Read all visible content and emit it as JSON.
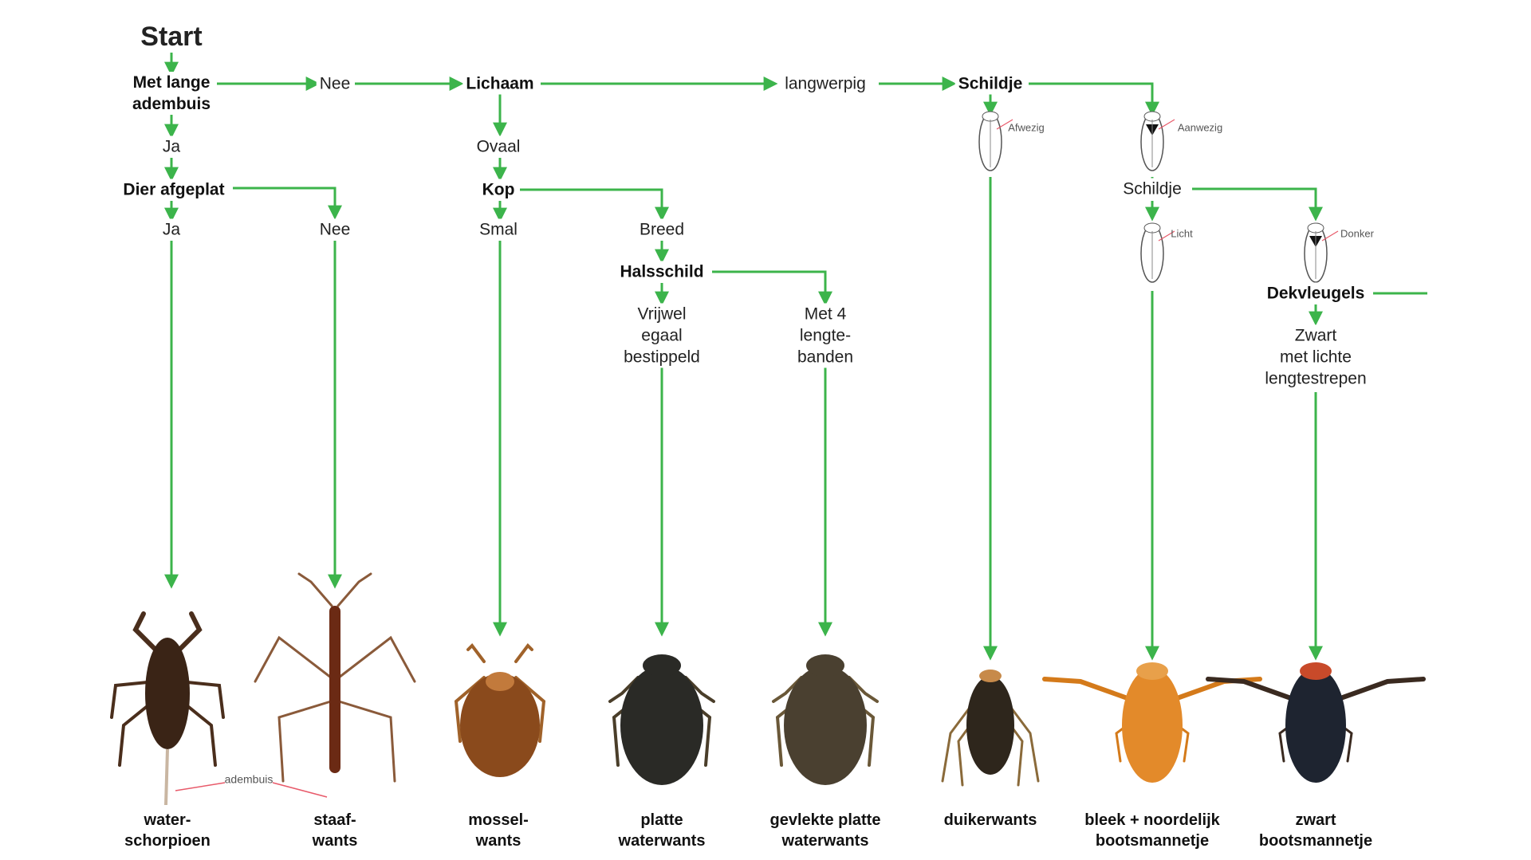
{
  "colors": {
    "arrow": "#3cb44b",
    "callout": "#e85a6a"
  },
  "nodes": {
    "start": "Start",
    "q_adembuis": "Met lange\nadembuis",
    "ans_nee_1": "Nee",
    "q_lichaam": "Lichaam",
    "ans_langwerpig": "langwerpig",
    "q_schildje_1": "Schildje",
    "ans_ja_1": "Ja",
    "q_afgeplat": "Dier afgeplat",
    "ans_ja_2": "Ja",
    "ans_nee_2": "Nee",
    "ans_ovaal": "Ovaal",
    "q_kop": "Kop",
    "ans_smal": "Smal",
    "ans_breed": "Breed",
    "q_halsschild": "Halsschild",
    "ans_egaal": "Vrijwel\negaal\nbestippeld",
    "ans_lengtebanden": "Met 4\nlengte-\nbanden",
    "ans_afwezig": "Afwezig",
    "ans_aanwezig": "Aanwezig",
    "q_schildje_2": "Schildje",
    "ans_licht": "Licht",
    "ans_donker": "Donker",
    "q_dekvleugels": "Dekvleugels",
    "ans_zwart": "Zwart\nmet lichte\nlengtestrepen",
    "callout_adembuis": "adembuis"
  },
  "species": [
    {
      "key": "waterschorpioen",
      "label": "water-\nschorpioen",
      "body_color": "#3a2416",
      "leg_color": "#4a2e1c"
    },
    {
      "key": "staafwants",
      "label": "staaf-\nwants",
      "body_color": "#6b2a14",
      "leg_color": "#8a5a3a"
    },
    {
      "key": "mosselwants",
      "label": "mossel-\nwants",
      "body_color": "#8a4a1c",
      "leg_color": "#a0622a"
    },
    {
      "key": "platte_waterwants",
      "label": "platte\nwaterwants",
      "body_color": "#2a2a26",
      "leg_color": "#4a3e2a"
    },
    {
      "key": "gevlekte_platte_waterwants",
      "label": "gevlekte platte\nwaterwants",
      "body_color": "#4a4030",
      "leg_color": "#6a5838"
    },
    {
      "key": "duikerwants",
      "label": "duikerwants",
      "body_color": "#2e261c",
      "leg_color": "#8a6a3a"
    },
    {
      "key": "bleek_noordelijk_bootsmannetje",
      "label": "bleek + noordelijk\nbootsmannetje",
      "body_color": "#e38a2a",
      "leg_color": "#d47a1a"
    },
    {
      "key": "zwart_bootsmannetje",
      "label": "zwart\nbootsmannetje",
      "body_color": "#1e2430",
      "leg_color": "#3a2a20"
    }
  ]
}
